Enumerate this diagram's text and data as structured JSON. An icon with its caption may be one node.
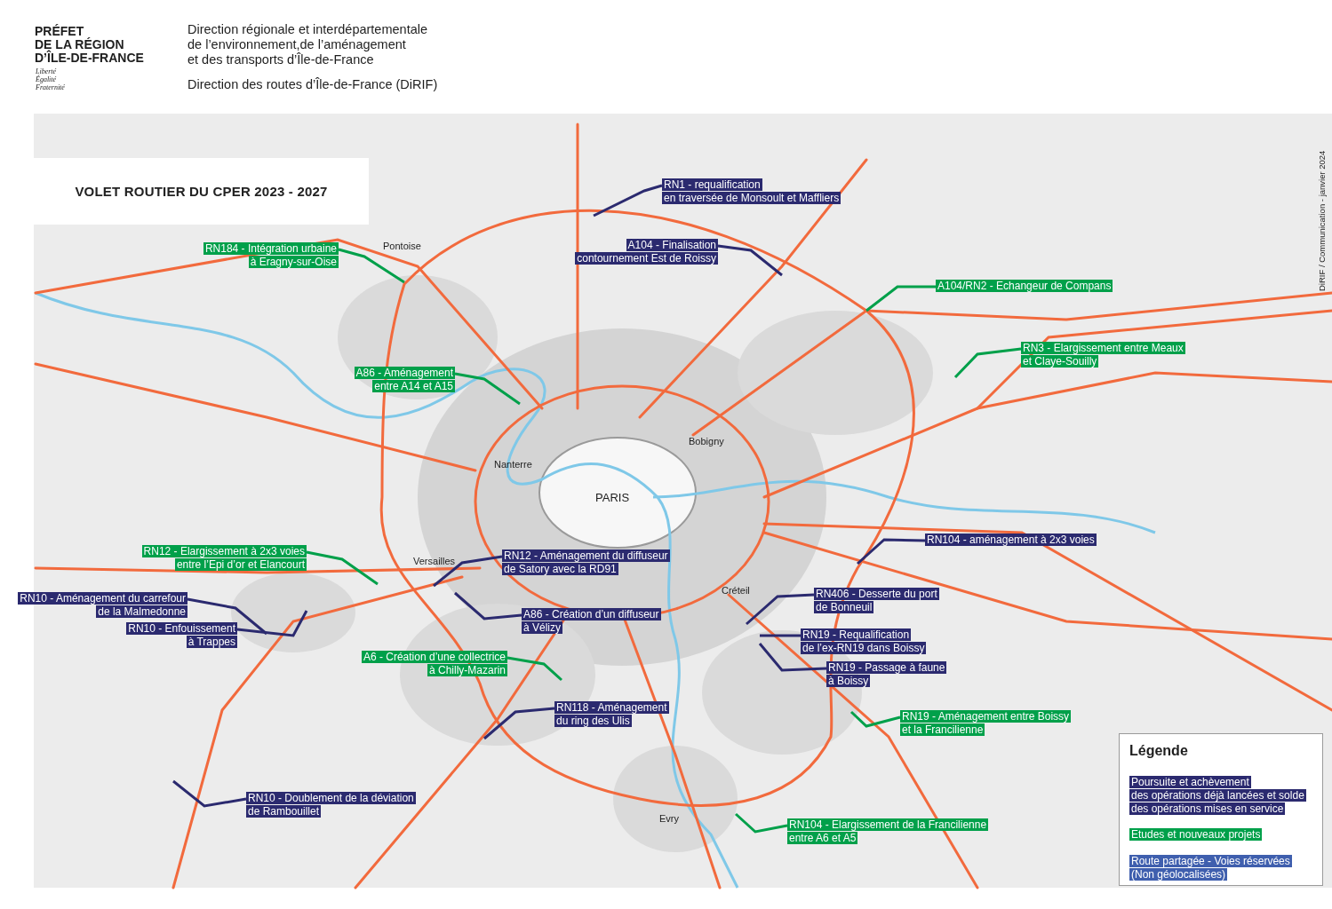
{
  "diagram": {
    "title": "VOLET ROUTIER DU CPER 2023 - 2027",
    "nodes": [
      {
        "text": [
          "RN1 - requalification en traversée de Monsoult et Maffliers"
        ]
      },
      {
        "text": [
          "RN184 - Intégration urbaine à Eragny-sur-Oise"
        ]
      },
      {
        "text": [
          "A104 - Finalisation contournement Est de Roissy"
        ]
      },
      {
        "text": [
          "A104/RN2 - Echangeur de Compans"
        ]
      },
      {
        "text": [
          "RN3 - Elargissement entre Meaux et Claye-Souilly"
        ]
      },
      {
        "text": [
          "A86 - Aménagement entre A14 et A15"
        ]
      },
      {
        "text": [
          "RN104 - aménagement à 2x3 voies"
        ]
      },
      {
        "text": [
          "RN12 - Elargissement à 2x3 voies entre l’Epi d’or et Elancourt"
        ]
      },
      {
        "text": [
          "RN12 - Aménagement du diffuseur de Satory avec la RD91"
        ]
      },
      {
        "text": [
          "RN10 - Aménagement du carrefour de la Malmedonne"
        ]
      },
      {
        "text": [
          "RN406 - Desserte du port de Bonneuil"
        ]
      },
      {
        "text": [
          "A86 - Création d’un diffuseur à Vélizy"
        ]
      },
      {
        "text": [
          "RN10 - Enfouissement à Trappes"
        ]
      },
      {
        "text": [
          "RN19 - Requalification de l’ex-RN19 dans Boissy"
        ]
      },
      {
        "text": [
          "A6 - Création d’une collectrice à Chilly-Mazarin"
        ]
      },
      {
        "text": [
          "RN19 - Passage à faune à Boissy"
        ]
      },
      {
        "text": [
          "RN118 - Aménagement du ring des Ulis"
        ]
      },
      {
        "text": [
          "RN19 - Aménagement entre Boissy et la Francilienne"
        ]
      },
      {
        "text": [
          "RN10 - Doublement de la déviation de Rambouillet"
        ]
      },
      {
        "text": [
          "RN104 - Elargissement de la Francilienne entre A6 et A5"
        ]
      }
    ],
    "edges": [
      {
        "from": 0,
        "to": null,
        "arrow": "none"
      },
      {
        "from": 1,
        "to": null,
        "arrow": "none",
        "color": "#00a04a"
      },
      {
        "from": 2,
        "to": null,
        "arrow": "none"
      },
      {
        "from": 3,
        "to": null,
        "arrow": "none",
        "color": "#00a04a"
      },
      {
        "from": 4,
        "to": null,
        "arrow": "none",
        "color": "#00a04a"
      },
      {
        "from": 5,
        "to": null,
        "arrow": "none",
        "color": "#00a04a"
      },
      {
        "from": 6,
        "to": null,
        "arrow": "none"
      },
      {
        "from": 7,
        "to": null,
        "arrow": "none",
        "color": "#00a04a"
      },
      {
        "from": 8,
        "to": null,
        "arrow": "none"
      },
      {
        "from": 9,
        "to": null,
        "arrow": "none"
      },
      {
        "from": 10,
        "to": null,
        "arrow": "none"
      },
      {
        "from": 11,
        "to": null,
        "arrow": "none"
      },
      {
        "from": 12,
        "to": null,
        "arrow": "none"
      },
      {
        "from": 13,
        "to": null,
        "arrow": "none"
      },
      {
        "from": 14,
        "to": null,
        "arrow": "none",
        "color": "#00a04a"
      },
      {
        "from": 15,
        "to": null,
        "arrow": "none"
      },
      {
        "from": 16,
        "to": null,
        "arrow": "none"
      },
      {
        "from": 17,
        "to": null,
        "arrow": "none",
        "color": "#00a04a"
      },
      {
        "from": 18,
        "to": null,
        "arrow": "none"
      },
      {
        "from": 19,
        "to": null,
        "arrow": "none",
        "color": "#00a04a"
      }
    ],
    "labels": [
      "PRÉFET DE LA RÉGION D’ÎLE-DE-FRANCE",
      "Liberté Égalité Fraternité",
      "Direction régionale et interdépartementale de l’environnement,de l’aménagement et des transports d’Île-de-France",
      "Direction des routes d’Île-de-France (DiRIF)",
      "DiRIF / Communication - janvier 2024",
      "Pontoise",
      "Nanterre",
      "Bobigny",
      "PARIS",
      "Versailles",
      "Créteil",
      "Evry",
      "Légende"
    ],
    "legend": [
      {
        "text": "Poursuite et achèvement des opérations déjà lancées et solde des opérations mises en service",
        "color": "#2b2a6f"
      },
      {
        "text": "Etudes et nouveaux projets",
        "color": "#00a04a"
      },
      {
        "text": "Route partagée - Voies réservées (Non géolocalisées)",
        "color": "#3f5fae"
      }
    ]
  }
}
